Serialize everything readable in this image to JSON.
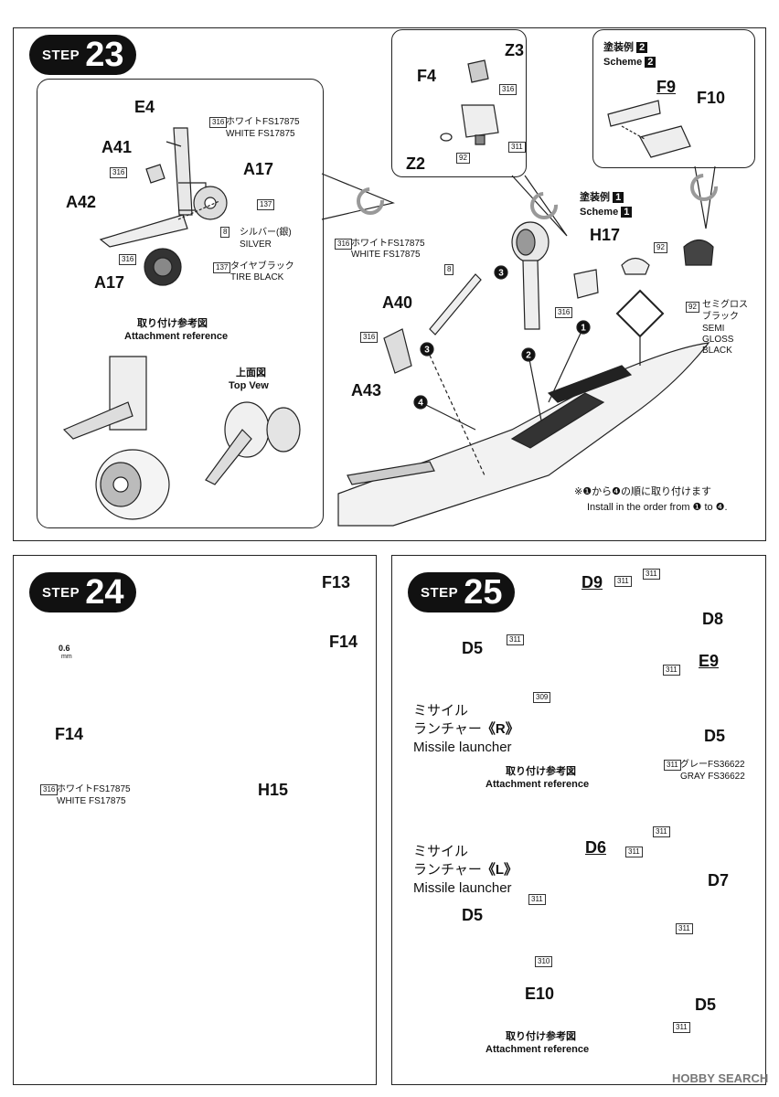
{
  "steps": {
    "s23": {
      "word": "STEP",
      "number": "23",
      "parts": {
        "e4": "E4",
        "a41": "A41",
        "a42": "A42",
        "a17a": "A17",
        "a17b": "A17",
        "a40": "A40",
        "a43": "A43",
        "f4": "F4",
        "z2": "Z2",
        "z3": "Z3",
        "h17": "H17",
        "f9": "F9",
        "f10": "F10"
      },
      "paint": {
        "white_jp": "ホワイトFS17875",
        "white_en": "WHITE FS17875",
        "silver_jp": "シルバー(銀)",
        "silver_en": "SILVER",
        "tire_jp": "タイヤブラック",
        "tire_en": "TIRE BLACK",
        "semi_jp1": "セミグロス",
        "semi_jp2": "ブラック",
        "semi_en1": "SEMI",
        "semi_en2": "GLOSS",
        "semi_en3": "BLACK"
      },
      "codes": {
        "c316": "316",
        "c137": "137",
        "c8": "8",
        "c92": "92",
        "c311": "311"
      },
      "attach_jp": "取り付け参考図",
      "attach_en": "Attachment reference",
      "top_jp": "上面図",
      "top_en": "Top Vew",
      "scheme1_jp": "塗装例",
      "scheme1_en": "Scheme",
      "scheme1_num": "1",
      "scheme2_jp": "塗装例",
      "scheme2_en": "Scheme",
      "scheme2_num": "2",
      "order_jp": "※❶から❹の順に取り付けます",
      "order_en": "Install in the order from ❶ to ❹.",
      "order_marks": [
        "1",
        "2",
        "3",
        "3",
        "4"
      ]
    },
    "s24": {
      "word": "STEP",
      "number": "24",
      "parts": {
        "f13": "F13",
        "f14a": "F14",
        "f14b": "F14",
        "h15": "H15"
      },
      "drill": "0.6",
      "drill_unit": "mm",
      "paint_code": "316",
      "white_jp": "ホワイトFS17875",
      "white_en": "WHITE FS17875"
    },
    "s25": {
      "word": "STEP",
      "number": "25",
      "parts": {
        "d9": "D9",
        "d8": "D8",
        "e9": "E9",
        "d5a": "D5",
        "d5b": "D5",
        "d6": "D6",
        "d7": "D7",
        "d5c": "D5",
        "d5d": "D5",
        "e10": "E10"
      },
      "codes": {
        "c311": "311",
        "c309": "309",
        "c310": "310"
      },
      "launcher_r_jp1": "ミサイル",
      "launcher_r_jp2": "ランチャー",
      "launcher_r_mark": "《R》",
      "launcher_r_en": "Missile launcher",
      "launcher_l_jp1": "ミサイル",
      "launcher_l_jp2": "ランチャー",
      "launcher_l_mark": "《L》",
      "launcher_l_en": "Missile launcher",
      "gray_jp": "グレーFS36622",
      "gray_en": "GRAY FS36622",
      "attach_jp": "取り付け参考図",
      "attach_en": "Attachment reference"
    }
  },
  "watermark": "HOBBY SEARCH"
}
